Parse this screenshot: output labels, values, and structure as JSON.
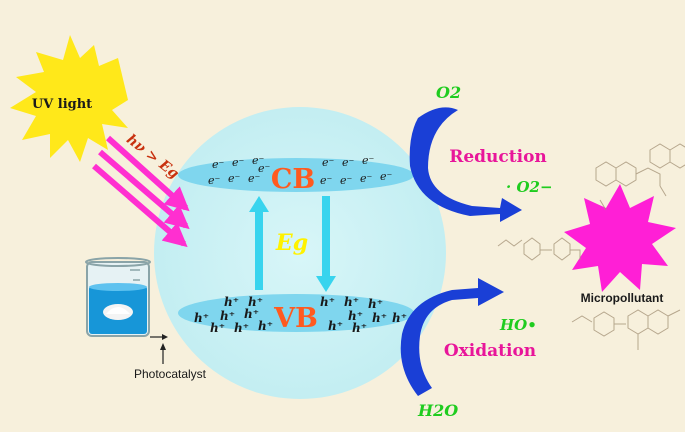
{
  "sun": {
    "label": "UV light",
    "color": "#ffe81a"
  },
  "photon": {
    "label": "hν > Eg",
    "color": "#ff2fd0"
  },
  "bands": {
    "cb_label": "CB",
    "vb_label": "VB",
    "gap_label": "Eg",
    "electron": "e⁻",
    "hole": "h⁺",
    "label_color": "#ff5a1f",
    "gap_color": "#fff200",
    "band_fill": "#7fd6ee"
  },
  "beaker": {
    "label": "Photocatalyst"
  },
  "reduction": {
    "reactant": "O2",
    "product": "· O2−",
    "label": "Reduction"
  },
  "oxidation": {
    "reactant": "H2O",
    "product": "HO•",
    "label": "Oxidation"
  },
  "pollutant": {
    "label": "Micropollutant",
    "color": "#ff1fd6"
  },
  "colors": {
    "background": "#f7f0dc",
    "species": "#1fcc1f",
    "process": "#e8159a",
    "curved_arrow": "#1a3fd6",
    "transition_arrow": "#38d4ee"
  }
}
